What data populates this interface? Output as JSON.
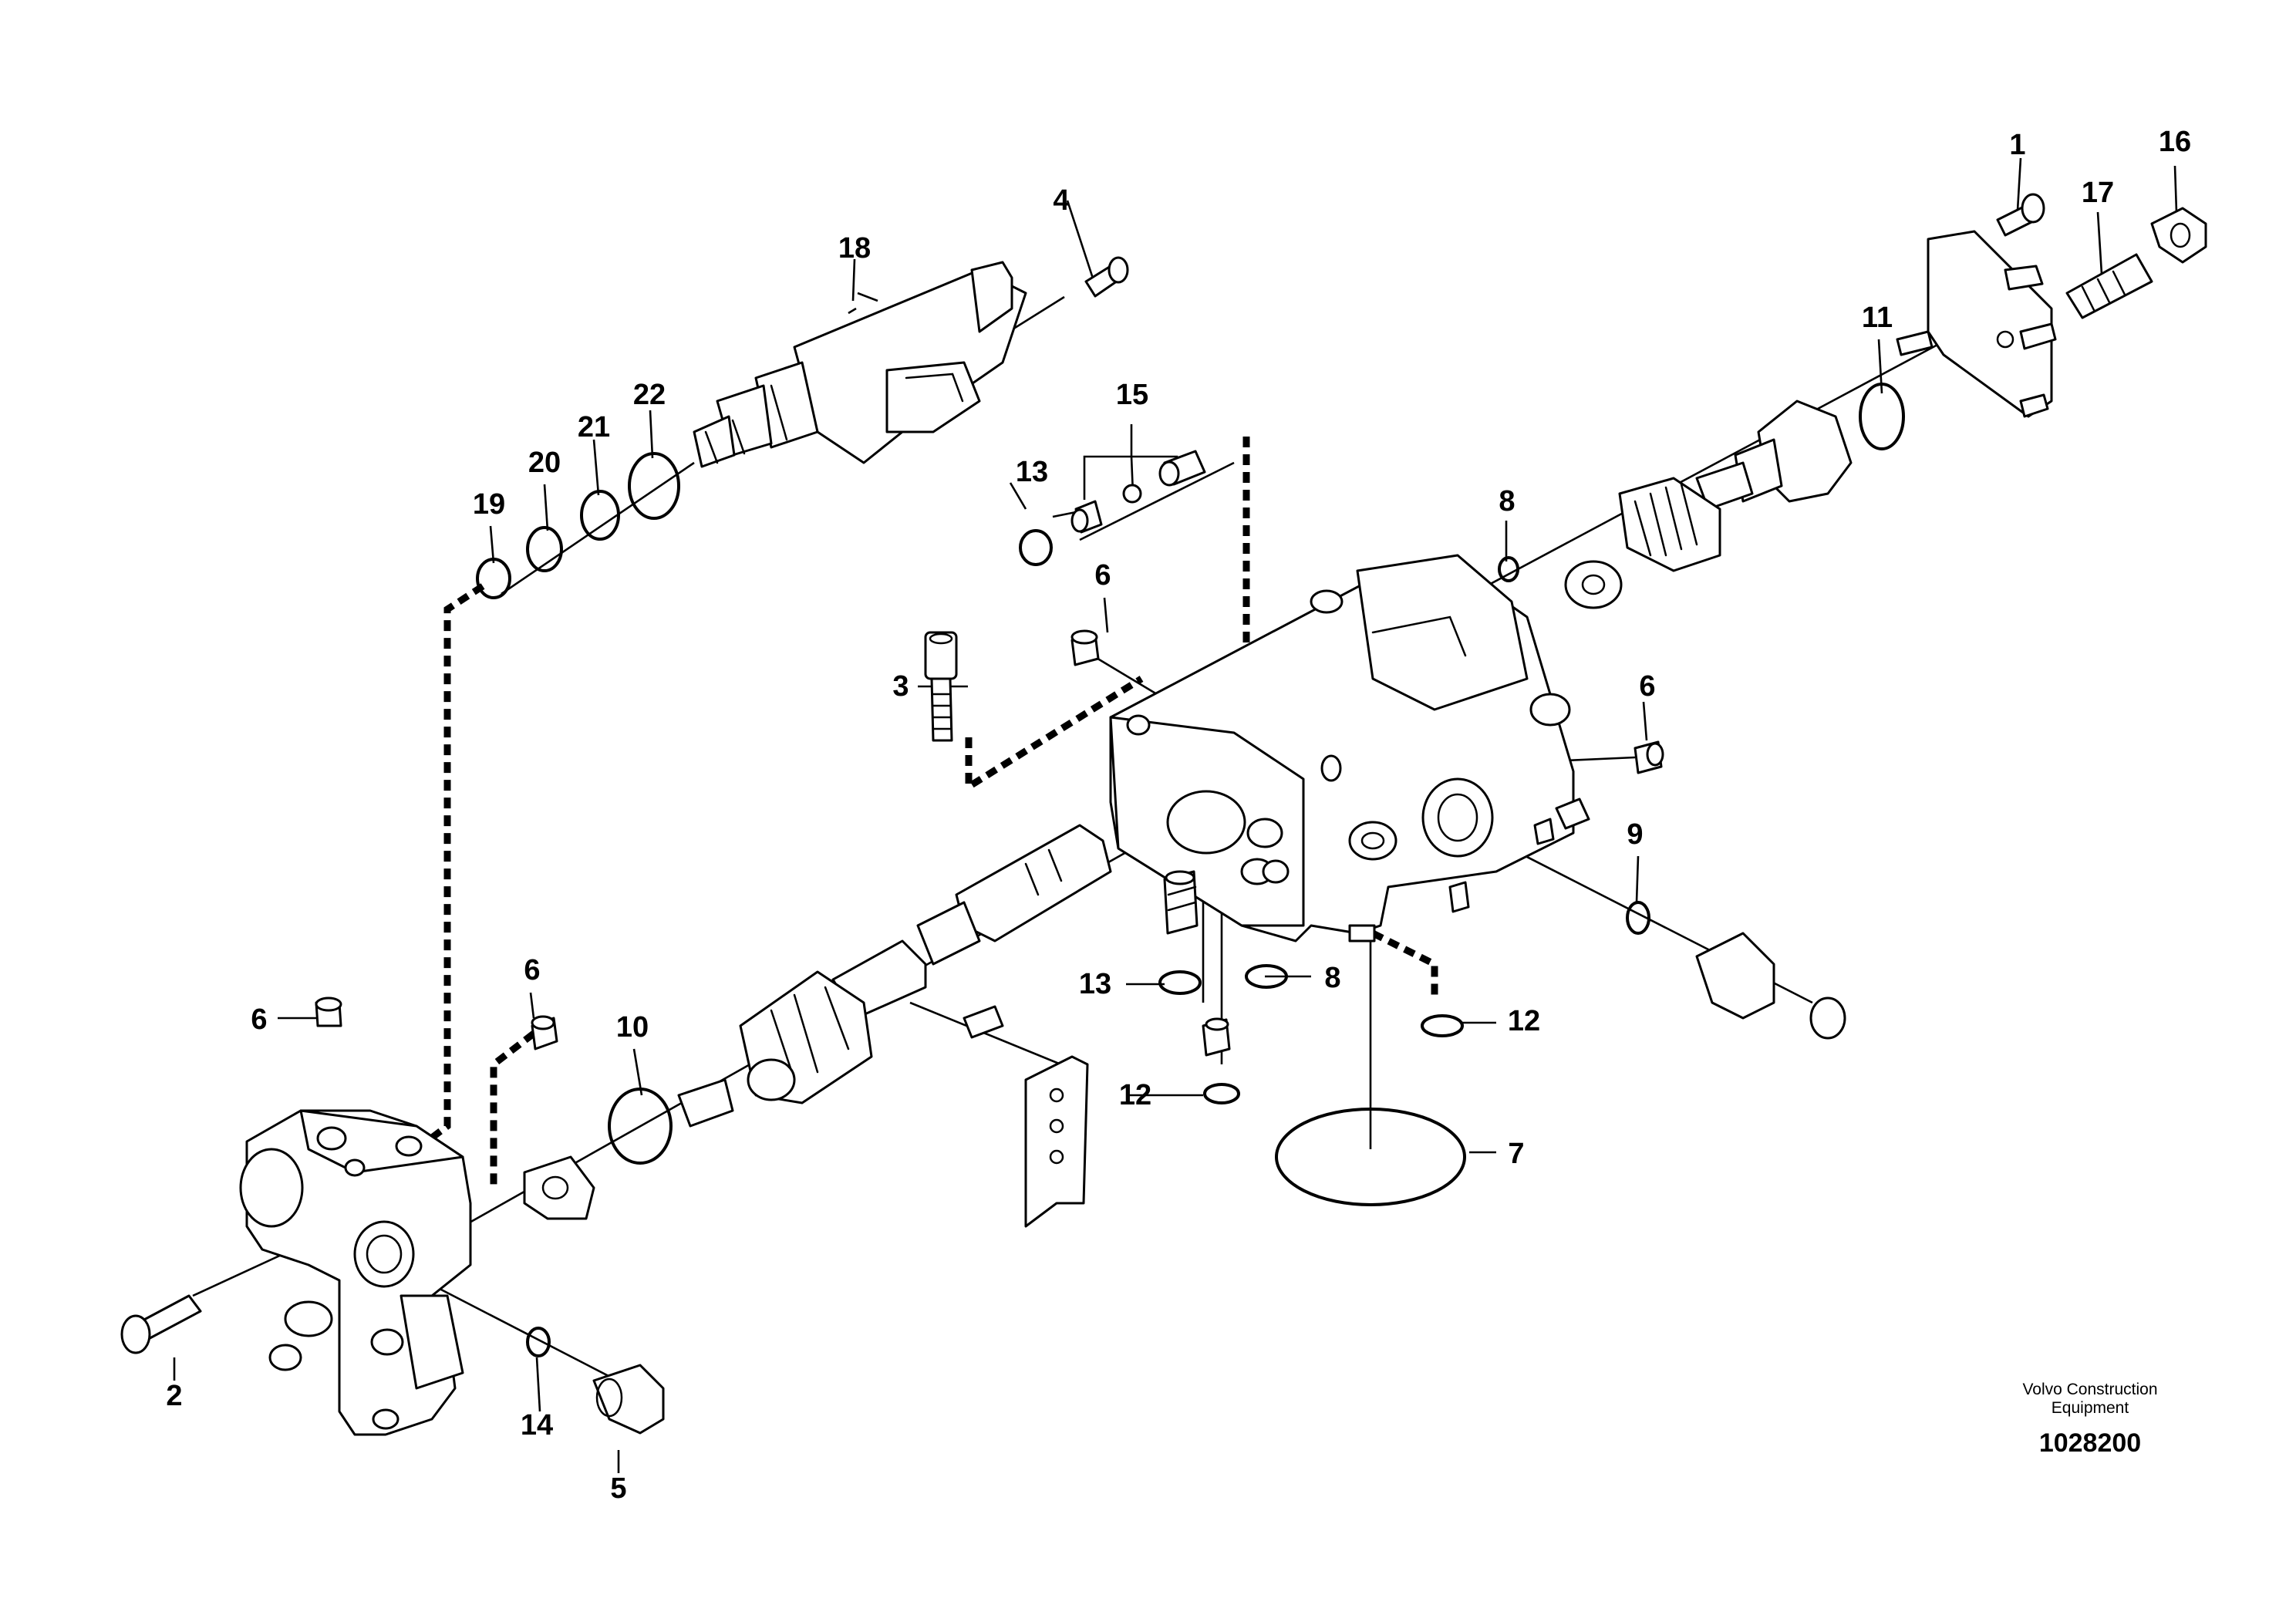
{
  "diagram": {
    "callouts": [
      "1",
      "2",
      "3",
      "4",
      "5",
      "6",
      "7",
      "8",
      "9",
      "10",
      "11",
      "12",
      "13",
      "14",
      "15",
      "16",
      "17",
      "18",
      "19",
      "20",
      "21",
      "22"
    ],
    "credit": {
      "maker": "Volvo Construction\nEquipment",
      "drawing_number": "1028200"
    }
  }
}
